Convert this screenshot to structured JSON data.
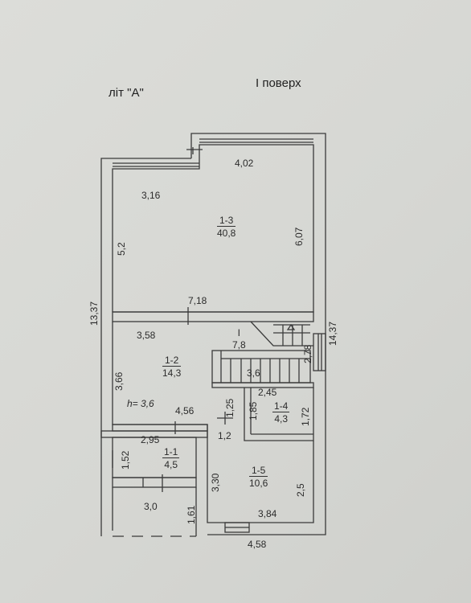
{
  "header": {
    "building": "літ \"А\"",
    "floor": "І поверх"
  },
  "rooms": [
    {
      "id": "1-3",
      "area": "40,8"
    },
    {
      "id": "1-2",
      "area": "14,3"
    },
    {
      "id": "1-4",
      "area": "4,3"
    },
    {
      "id": "1-1",
      "area": "4,5"
    },
    {
      "id": "1-5",
      "area": "10,6"
    }
  ],
  "stair": {
    "label": "І",
    "value": "7,8"
  },
  "dimensions": {
    "top_402": "4,02",
    "d_316": "3,16",
    "d_52": "5,2",
    "d_607": "6,07",
    "d_718": "7,18",
    "d_1337": "13,37",
    "d_1437": "14,37",
    "d_358": "3,58",
    "d_366": "3,66",
    "d_278": "2,78",
    "d_36": "3,6",
    "h": "h= 3,6",
    "d_456": "4,56",
    "d_245": "2,45",
    "d_125": "1,25",
    "d_185": "1,85",
    "d_172": "1,72",
    "d_12": "1,2",
    "d_295": "2,95",
    "d_152": "1,52",
    "d_330": "3,30",
    "d_25": "2,5",
    "d_30": "3,0",
    "d_161": "1,61",
    "d_384": "3,84",
    "d_458": "4,58"
  }
}
